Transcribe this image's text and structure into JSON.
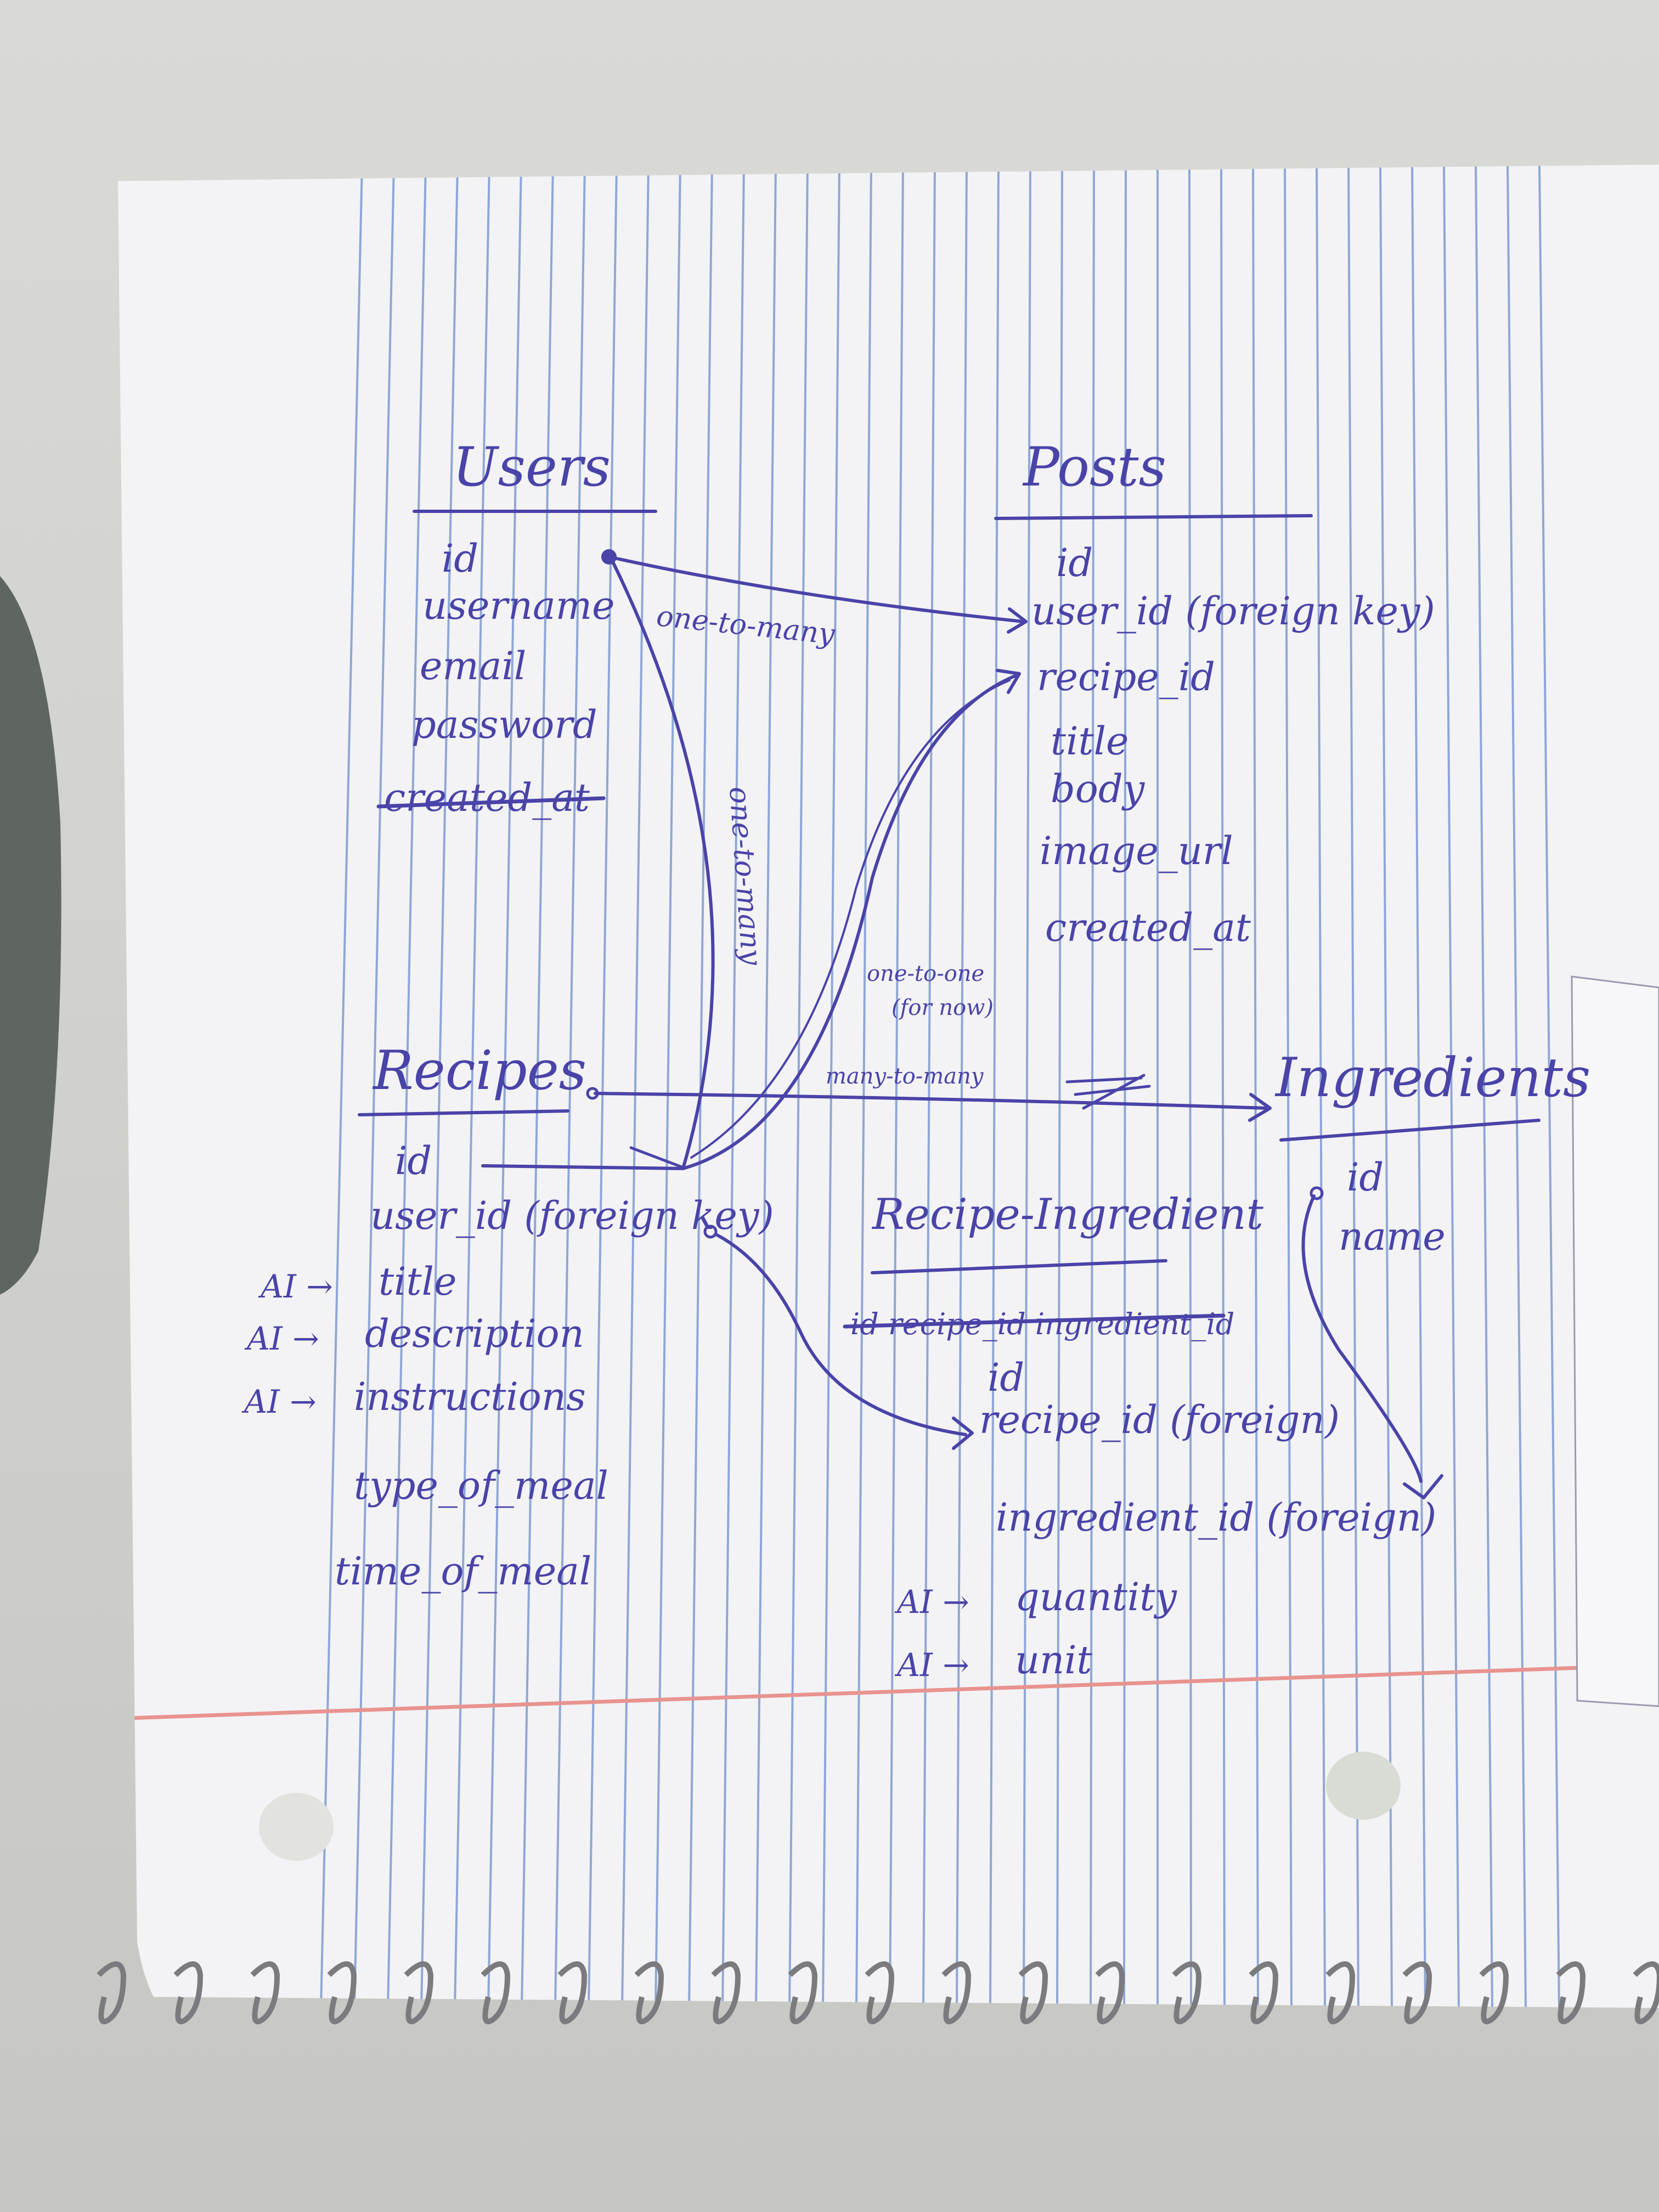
{
  "diagram": {
    "entities": {
      "users": {
        "title": "Users",
        "fields": [
          "id",
          "username",
          "email",
          "password"
        ],
        "struck_field": "created_at"
      },
      "posts": {
        "title": "Posts",
        "fields": [
          "id",
          "user_id (foreign key)",
          "recipe_id",
          "title",
          "body",
          "image_url",
          "created_at"
        ]
      },
      "recipes": {
        "title": "Recipes",
        "fields": [
          "id",
          "user_id (foreign key)",
          "title",
          "description",
          "instructions",
          "type_of_meal",
          "time_of_meal"
        ],
        "ai_marker": "AI →"
      },
      "ingredients": {
        "title": "Ingredients",
        "fields": [
          "id",
          "name"
        ]
      },
      "recipe_ingredient": {
        "title": "Recipe-Ingredient",
        "struck_row": "id recipe_id ingredient_id",
        "fields": [
          "id",
          "recipe_id (foreign)",
          "ingredient_id (foreign)",
          "quantity",
          "unit"
        ],
        "ai_marker": "AI →"
      }
    },
    "relations": {
      "users_posts": "one-to-many",
      "users_recipes": "one-to-many",
      "recipes_posts": "one-to-one",
      "recipes_posts_note": "(for now)",
      "recipes_ingredients": "many-to-many"
    }
  }
}
